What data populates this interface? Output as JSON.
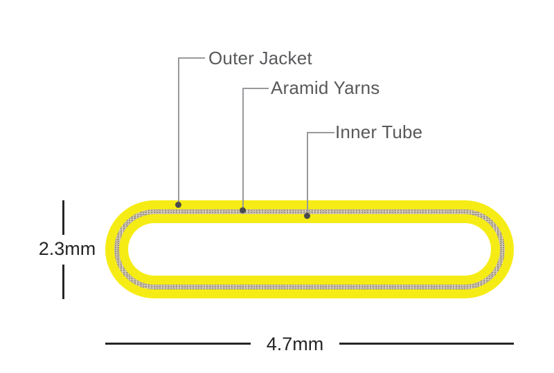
{
  "figure": {
    "type": "cable-cross-section-diagram",
    "labels": [
      {
        "id": "outer-jacket",
        "text": "Outer Jacket"
      },
      {
        "id": "aramid-yarns",
        "text": "Aramid Yarns"
      },
      {
        "id": "inner-tube",
        "text": "Inner Tube"
      }
    ],
    "dimensions": {
      "height_label": "2.3mm",
      "width_label": "4.7mm"
    }
  },
  "colors": {
    "jacket_yellow": "#f6ec15",
    "aramid_base": "#c9c0af",
    "aramid_speckle_dark": "#93876e",
    "aramid_speckle_mid": "#a89d84",
    "aramid_speckle_light": "#e2dbcc",
    "leader_line": "#97999c",
    "marker_dot": "#4b4b4d",
    "label_text": "#58595b",
    "dimension_ink": "#272524",
    "background": "#ffffff"
  }
}
